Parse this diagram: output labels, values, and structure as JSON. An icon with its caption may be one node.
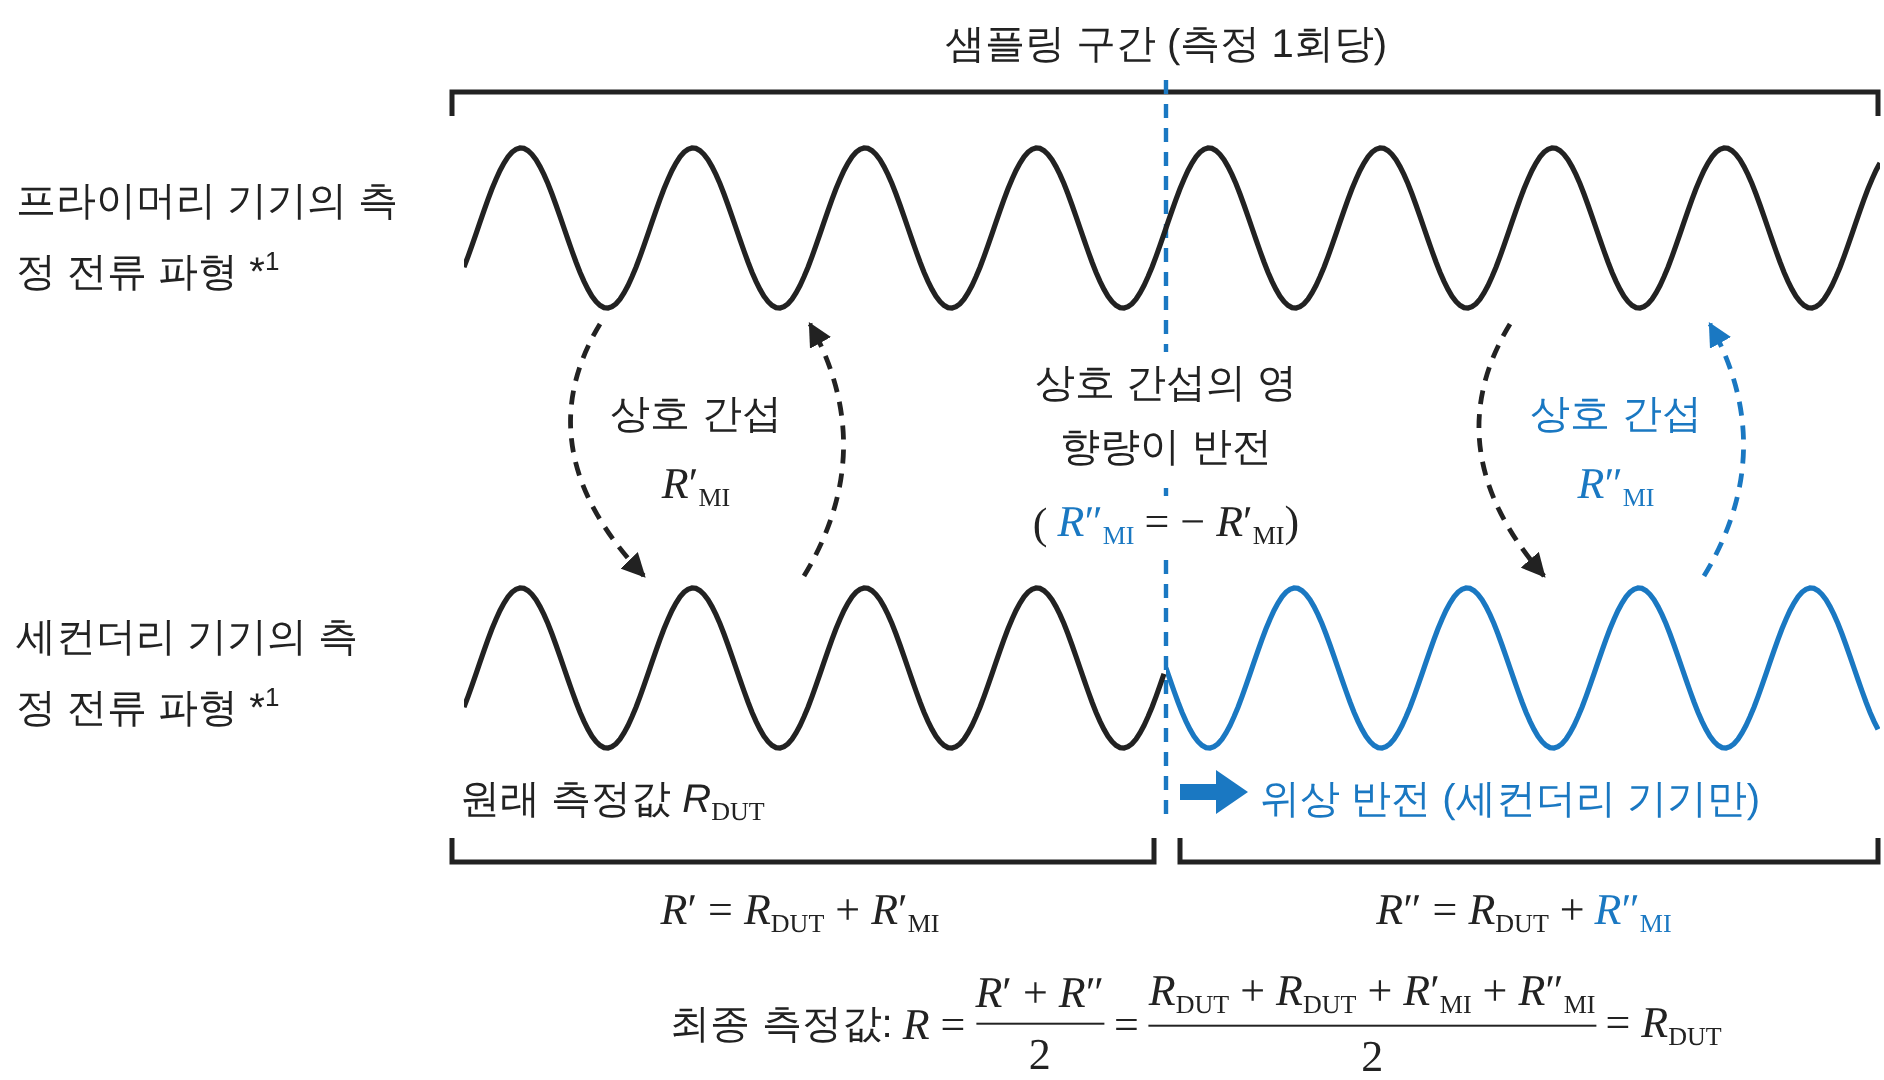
{
  "diagram": {
    "nodes": [
      {
        "text": [],
        "shape": "wave",
        "beside": [
          "프라이머리 기기의 측정 전류 파형 *$^{1}$"
        ]
      },
      {
        "text": [],
        "shape": "wave",
        "beside": [
          "세컨더리 기기의 측 정 전류 파형 *$^{1}$",
          "원래 측정값 *R*$_{DUT}$"
        ]
      },
      {
        "text": [],
        "shape": "wave",
        "beside": [
          "위상 반전 (세컨더리 기기만)"
        ]
      }
    ],
    "edges": [
      {
        "from": 0,
        "to": 1,
        "arrow": "to",
        "style": "dashed"
      },
      {
        "from": 1,
        "to": 0,
        "arrow": "to",
        "style": "dashed"
      },
      {
        "from": 0,
        "to": 2,
        "arrow": "to",
        "style": "dashed"
      },
      {
        "from": 2,
        "to": 0,
        "arrow": "to",
        "style": "dashed",
        "color": "#1a78c2"
      }
    ],
    "labels": [
      "샘플링 구간 (측정 1회당)",
      "상호 간섭",
      "*R*′$_{MI}$",
      "상호 간섭의 영향량이 반전",
      "(",
      "*R*″$_{MI}$",
      "= − *R*′$_{MI}$)",
      "상호 간섭",
      "*R*″$_{MI}$",
      "*R*′ = *R*$_{DUT}$ + *R*′$_{MI}$",
      "*R*″ = *R*$_{DUT}$ +",
      "*R*″$_{MI}$",
      "최종 측정값:",
      "*R* =",
      "*R*′ + *R*″",
      "2",
      "=",
      "*R*$_{DUT}$ + *R*$_{DUT}$ + *R*′$_{MI}$ + *R*″$_{MI}$",
      "2",
      "= *R*$_{DUT}$"
    ]
  }
}
